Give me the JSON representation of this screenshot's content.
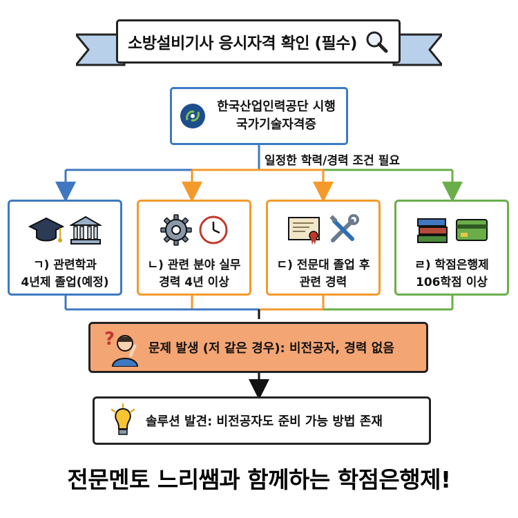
{
  "title": "소방설비기사 응시자격 확인 (필수)",
  "source": {
    "line1": "한국산업인력공단 시행",
    "line2": "국가기술자격증"
  },
  "condition": "일정한 학력/경력 조건 필요",
  "options": [
    {
      "line1": "ㄱ) 관련학과",
      "line2": "4년제 졸업(예정)",
      "color": "#3f78c0",
      "icons": [
        "graduation-cap-icon",
        "university-building-icon"
      ]
    },
    {
      "line1": "ㄴ) 관련 분야 실무",
      "line2": "경력 4년 이상",
      "color": "#f39a2a",
      "icons": [
        "gear-icon",
        "clock-icon"
      ]
    },
    {
      "line1": "ㄷ) 전문대 졸업 후",
      "line2": "관련 경력",
      "color": "#f39a2a",
      "icons": [
        "certificate-icon",
        "tools-icon"
      ]
    },
    {
      "line1": "ㄹ) 학점은행제",
      "line2": "106학점 이상",
      "color": "#6aae4a",
      "icons": [
        "books-icon",
        "credit-card-icon"
      ]
    }
  ],
  "problem": "문제 발생 (저 같은 경우): 비전공자, 경력 없음",
  "solution": "솔루션 발견: 비전공자도 준비 가능 방법 존재",
  "footer": "전문멘토 느리쌤과 함께하는 학점은행제!",
  "colors": {
    "blue": "#3f78c0",
    "orange": "#f39a2a",
    "green": "#6aae4a",
    "problem_fill": "#f4a574",
    "ribbon": "#b8d0ea"
  }
}
